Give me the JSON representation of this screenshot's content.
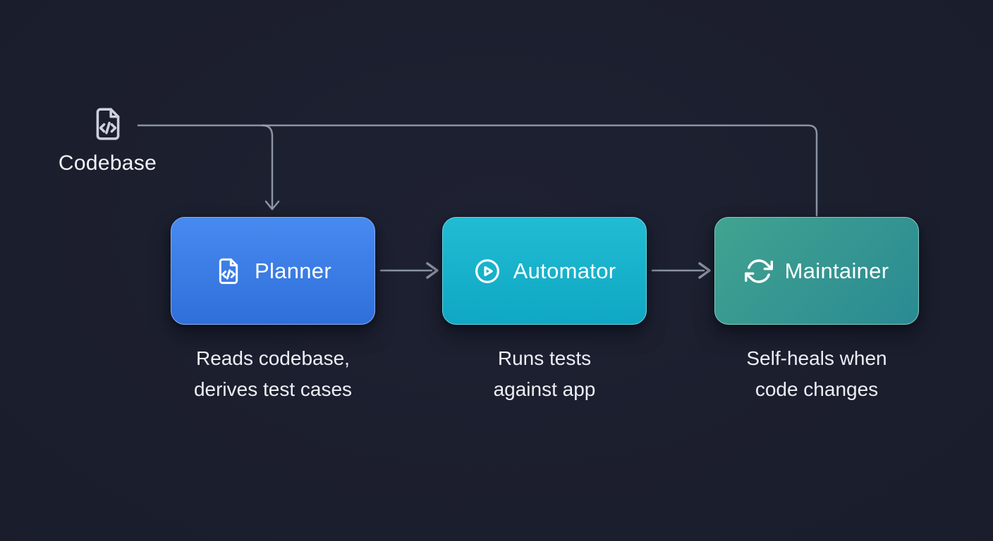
{
  "page": {
    "background_color": "#1a1d2b"
  },
  "source": {
    "label": "Codebase",
    "icon": "file-code-icon"
  },
  "connectors": {
    "color": "#98a0b4",
    "paths": [
      "codebase-to-maintainer",
      "codebase-to-planner",
      "planner-to-automator",
      "automator-to-maintainer"
    ]
  },
  "nodes": [
    {
      "label": "Planner",
      "icon": "file-code-icon",
      "caption_line1": "Reads codebase,",
      "caption_line2": "derives test cases",
      "colors": {
        "top": "#478af0",
        "bottom": "#2f6fda",
        "border": "#87aef2"
      }
    },
    {
      "label": "Automator",
      "icon": "play-circle-icon",
      "caption_line1": "Runs tests",
      "caption_line2": "against app",
      "colors": {
        "top": "#21bcd4",
        "bottom": "#0fa7c3",
        "border": "#67d4e2"
      }
    },
    {
      "label": "Maintainer",
      "icon": "sync-icon",
      "caption_line1": "Self-heals when",
      "caption_line2": "code changes",
      "colors": {
        "top": "#41a390",
        "bottom": "#2a8a93",
        "border": "#7fccc0"
      }
    }
  ]
}
